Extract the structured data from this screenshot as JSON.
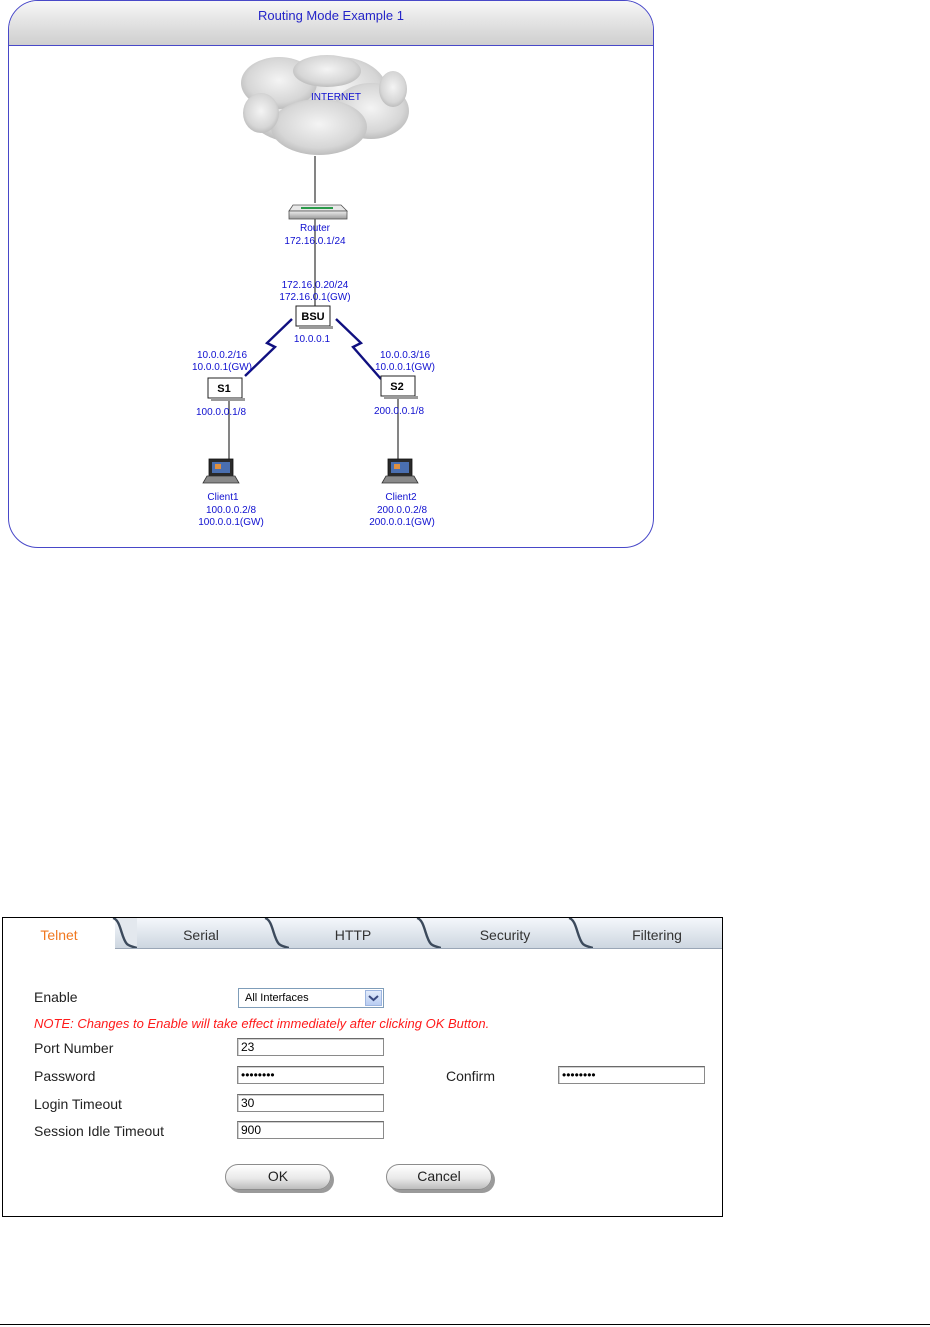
{
  "diagram": {
    "title": "Routing Mode Example 1",
    "internet_label": "INTERNET",
    "router": {
      "name": "Router",
      "ip": "172.16.0.1/24"
    },
    "bsu": {
      "name": "BSU",
      "ip_upper": "172.16.0.20/24",
      "gw_upper": "172.16.0.1(GW)",
      "ip_lower": "10.0.0.1"
    },
    "s1": {
      "name": "S1",
      "ip": "10.0.0.2/16",
      "gw": "10.0.0.1(GW)",
      "lan_ip": "100.0.0.1/8"
    },
    "s2": {
      "name": "S2",
      "ip": "10.0.0.3/16",
      "gw": "10.0.0.1(GW)",
      "lan_ip": "200.0.0.1/8"
    },
    "client1": {
      "name": "Client1",
      "ip": "100.0.0.2/8",
      "gw": "100.0.0.1(GW)"
    },
    "client2": {
      "name": "Client2",
      "ip": "200.0.0.2/8",
      "gw": "200.0.0.1(GW)"
    },
    "colors": {
      "label": "#1010d0",
      "border": "#4848c8"
    }
  },
  "tabs": [
    {
      "label": "Telnet",
      "active": true
    },
    {
      "label": "Serial",
      "active": false
    },
    {
      "label": "HTTP",
      "active": false
    },
    {
      "label": "Security",
      "active": false
    },
    {
      "label": "Filtering",
      "active": false
    }
  ],
  "form": {
    "enable_label": "Enable",
    "enable_value": "All Interfaces",
    "note": "NOTE: Changes to Enable will take effect immediately after clicking OK Button.",
    "port_label": "Port Number",
    "port_value": "23",
    "password_label": "Password",
    "password_value": "••••••••",
    "confirm_label": "Confirm",
    "confirm_value": "••••••••",
    "login_timeout_label": "Login Timeout",
    "login_timeout_value": "30",
    "session_idle_label": "Session Idle Timeout",
    "session_idle_value": "900",
    "ok_label": "OK",
    "cancel_label": "Cancel"
  },
  "colors": {
    "active_tab": "#f07820",
    "note": "#ff1a1a"
  }
}
